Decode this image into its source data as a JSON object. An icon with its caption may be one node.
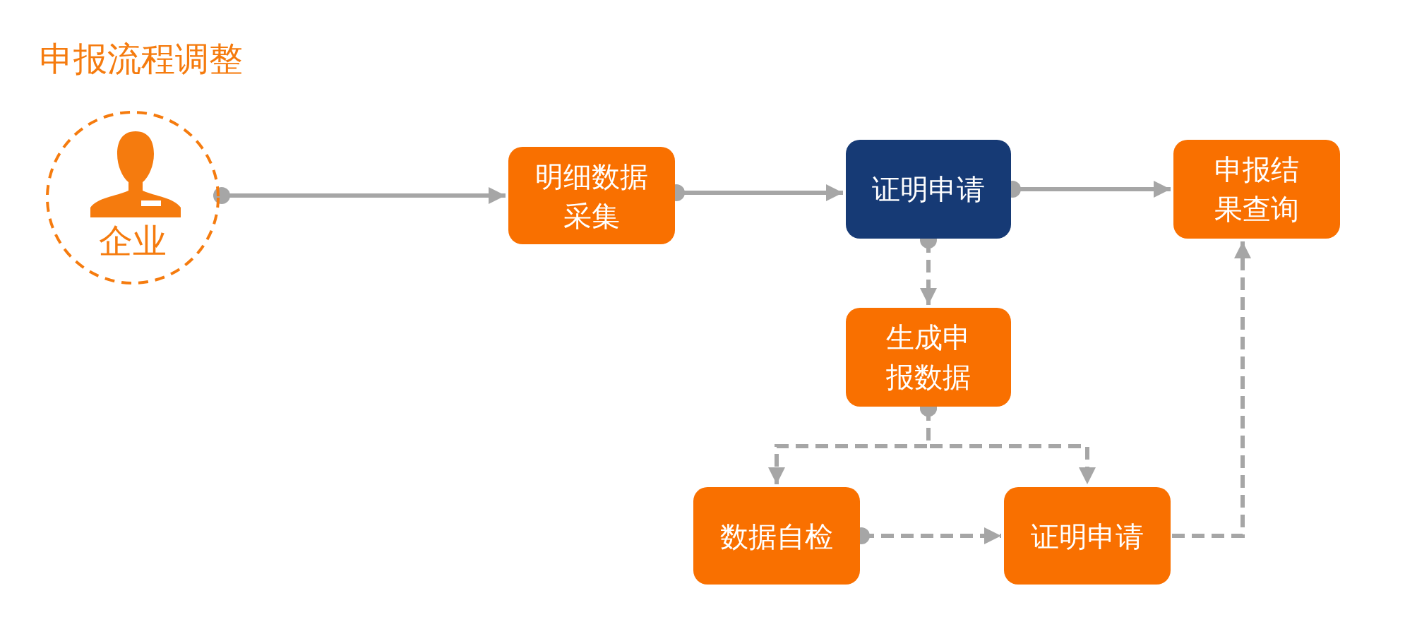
{
  "diagram": {
    "title": "申报流程调整",
    "nodes": [
      {
        "text": [
          "企业"
        ]
      },
      {
        "text": [
          "明细数据采集"
        ]
      },
      {
        "text": [
          "证明申请"
        ]
      },
      {
        "text": [
          "申报结果查询"
        ]
      },
      {
        "text": [
          "生成申报数据"
        ]
      },
      {
        "text": [
          "数据自检"
        ]
      },
      {
        "text": [
          "证明申请"
        ]
      }
    ],
    "edges": [
      {
        "from": 0,
        "to": 1,
        "arrow": "to"
      },
      {
        "from": 1,
        "to": 2,
        "arrow": "to"
      },
      {
        "from": 2,
        "to": 3,
        "arrow": "to"
      },
      {
        "from": 2,
        "to": 4,
        "arrow": "to",
        "style": "dashed"
      },
      {
        "from": 4,
        "to": 5,
        "arrow": "to",
        "style": "dashed"
      },
      {
        "from": 4,
        "to": 6,
        "arrow": "to",
        "style": "dashed"
      },
      {
        "from": 5,
        "to": 6,
        "arrow": "to",
        "style": "dashed"
      },
      {
        "from": 6,
        "to": 3,
        "arrow": "to",
        "style": "dashed"
      }
    ]
  }
}
